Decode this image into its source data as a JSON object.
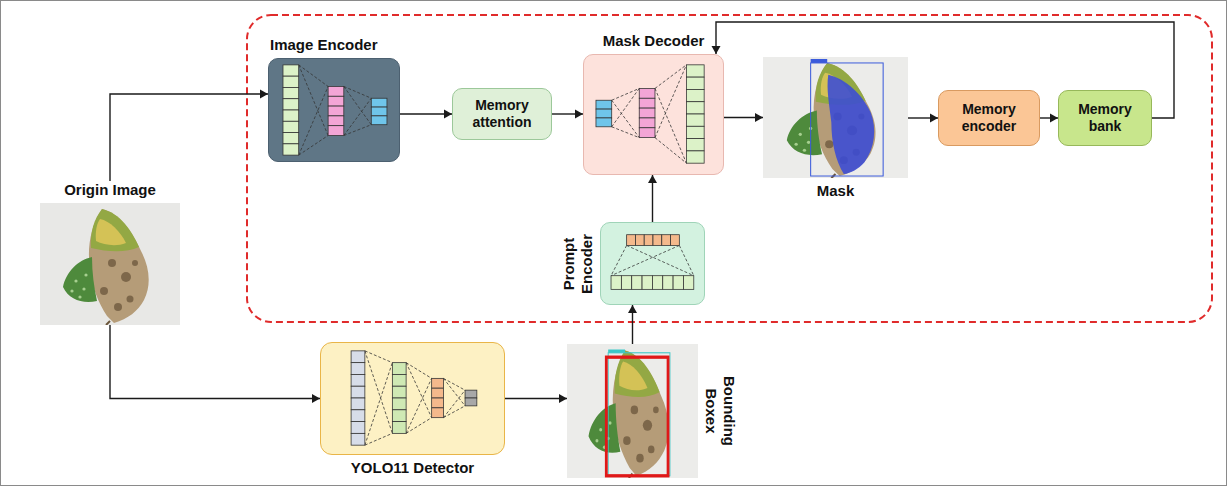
{
  "diagram": {
    "nodes": [
      {
        "text": [
          "Origin Image"
        ]
      },
      {
        "text": [
          "Image Encoder"
        ]
      },
      {
        "text": [
          "Memory attention"
        ]
      },
      {
        "text": [
          "Mask Decoder"
        ]
      },
      {
        "text": [
          "Mask"
        ]
      },
      {
        "text": [
          "Memory encoder"
        ]
      },
      {
        "text": [
          "Memory bank"
        ]
      },
      {
        "text": [
          "Prompt Encoder"
        ]
      },
      {
        "text": [
          "YOLO11 Detector"
        ]
      },
      {
        "text": [
          "Bounding Boxex"
        ]
      }
    ],
    "edges": [
      {
        "from": 0,
        "to": 1,
        "arrow": "to"
      },
      {
        "from": 0,
        "to": 8,
        "arrow": "to"
      },
      {
        "from": 1,
        "to": 2,
        "arrow": "to"
      },
      {
        "from": 2,
        "to": 3,
        "arrow": "to"
      },
      {
        "from": 3,
        "to": 4,
        "arrow": "to"
      },
      {
        "from": 4,
        "to": 5,
        "arrow": "to"
      },
      {
        "from": 5,
        "to": 6,
        "arrow": "to"
      },
      {
        "from": 6,
        "to": 3,
        "arrow": "to"
      },
      {
        "from": 8,
        "to": 9,
        "arrow": "to"
      },
      {
        "from": 9,
        "to": 7,
        "arrow": "to"
      },
      {
        "from": 7,
        "to": 3,
        "arrow": "to"
      }
    ]
  }
}
